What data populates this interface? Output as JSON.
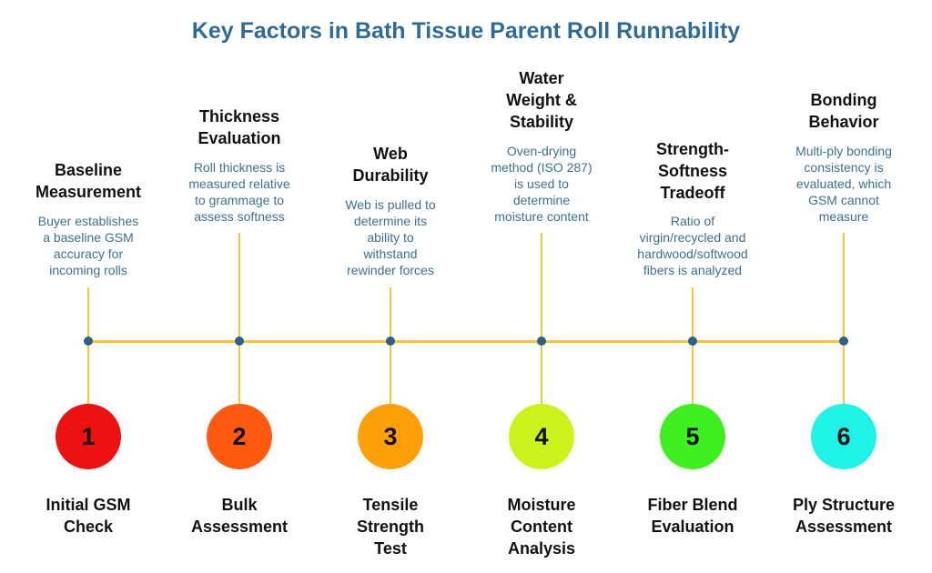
{
  "title": "Key Factors in Bath Tissue Parent Roll Runnability",
  "steps": [
    {
      "number": "1",
      "heading": [
        "Baseline",
        "Measurement"
      ],
      "description": [
        "Buyer establishes",
        "a baseline GSM",
        "accuracy for",
        "incoming rolls"
      ],
      "label": [
        "Initial GSM",
        "Check"
      ],
      "color": "#ee1111"
    },
    {
      "number": "2",
      "heading": [
        "Thickness",
        "Evaluation"
      ],
      "description": [
        "Roll thickness is",
        "measured relative",
        "to grammage to",
        "assess softness"
      ],
      "label": [
        "Bulk",
        "Assessment"
      ],
      "color": "#ff5a0f"
    },
    {
      "number": "3",
      "heading": [
        "Web",
        "Durability"
      ],
      "description": [
        "Web is pulled to",
        "determine its",
        "ability to",
        "withstand",
        "rewinder forces"
      ],
      "label": [
        "Tensile",
        "Strength",
        "Test"
      ],
      "color": "#ff9f0a"
    },
    {
      "number": "4",
      "heading": [
        "Water",
        "Weight &",
        "Stability"
      ],
      "description": [
        "Oven-drying",
        "method (ISO 287)",
        "is used to",
        "determine",
        "moisture content"
      ],
      "label": [
        "Moisture",
        "Content",
        "Analysis"
      ],
      "color": "#cbf21a"
    },
    {
      "number": "5",
      "heading": [
        "Strength-",
        "Softness",
        "Tradeoff"
      ],
      "description": [
        "Ratio of",
        "virgin/recycled and",
        "hardwood/softwood",
        "fibers is analyzed"
      ],
      "label": [
        "Fiber Blend",
        "Evaluation"
      ],
      "color": "#3df01e"
    },
    {
      "number": "6",
      "heading": [
        "Bonding",
        "Behavior"
      ],
      "description": [
        "Multi-ply bonding",
        "consistency is",
        "evaluated, which",
        "GSM cannot",
        "measure"
      ],
      "label": [
        "Ply Structure",
        "Assessment"
      ],
      "color": "#1ff2e6"
    }
  ]
}
